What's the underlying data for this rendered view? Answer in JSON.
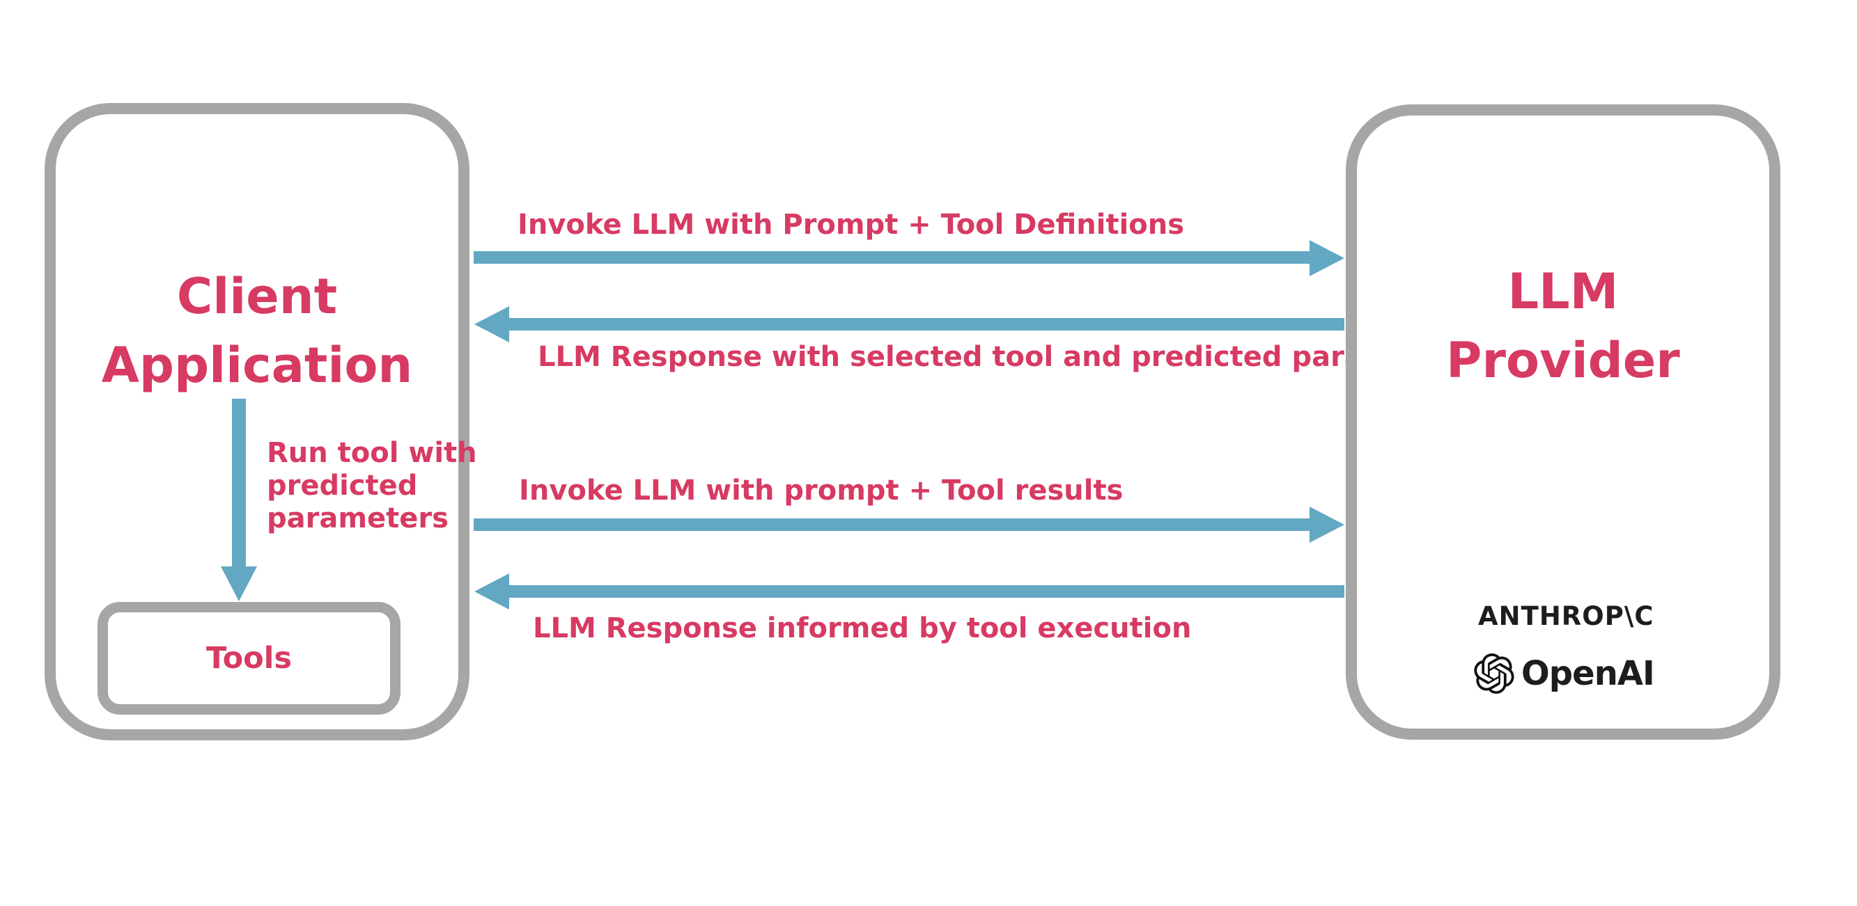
{
  "colors": {
    "pink": "#D73A62",
    "blue": "#62A8C3",
    "border_gray": "#A6A6A6",
    "logo_black": "#1D1D1D",
    "background": "#FFFFFF"
  },
  "client": {
    "title_line1": "Client",
    "title_line2": "Application",
    "run_note_lines": [
      "Run tool with",
      "predicted",
      "parameters"
    ],
    "tools_label": "Tools"
  },
  "llm": {
    "title_line1": "LLM",
    "title_line2": "Provider",
    "anthropic_wordmark": "ANTHROP\\C",
    "openai_wordmark": "OpenAI"
  },
  "flows": [
    {
      "direction": "right",
      "label": "Invoke LLM with Prompt + Tool Definitions"
    },
    {
      "direction": "left",
      "label": "LLM Response with selected tool and predicted parameters"
    },
    {
      "direction": "right",
      "label": "Invoke LLM with prompt + Tool results"
    },
    {
      "direction": "left",
      "label": "LLM Response informed by tool execution"
    },
    {
      "direction": "down",
      "from": "Client Application",
      "to": "Tools"
    }
  ]
}
